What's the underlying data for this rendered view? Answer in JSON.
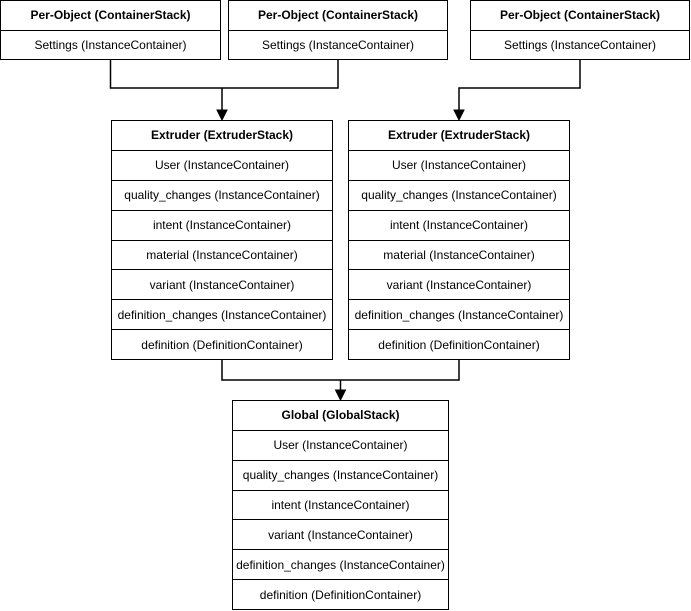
{
  "colors": {
    "line": "#000000",
    "box_fill": "#ffffff",
    "text": "#000000",
    "background": "#ffffff"
  },
  "diagram": {
    "per_object_stacks": [
      {
        "title": "Per-Object (ContainerStack)",
        "rows": [
          "Settings (InstanceContainer)"
        ]
      },
      {
        "title": "Per-Object (ContainerStack)",
        "rows": [
          "Settings (InstanceContainer)"
        ]
      },
      {
        "title": "Per-Object (ContainerStack)",
        "rows": [
          "Settings (InstanceContainer)"
        ]
      }
    ],
    "extruder_stacks": [
      {
        "title": "Extruder (ExtruderStack)",
        "rows": [
          "User (InstanceContainer)",
          "quality_changes (InstanceContainer)",
          "intent (InstanceContainer)",
          "material (InstanceContainer)",
          "variant (InstanceContainer)",
          "definition_changes (InstanceContainer)",
          "definition (DefinitionContainer)"
        ]
      },
      {
        "title": "Extruder (ExtruderStack)",
        "rows": [
          "User (InstanceContainer)",
          "quality_changes (InstanceContainer)",
          "intent (InstanceContainer)",
          "material (InstanceContainer)",
          "variant (InstanceContainer)",
          "definition_changes (InstanceContainer)",
          "definition (DefinitionContainer)"
        ]
      }
    ],
    "global_stack": {
      "title": "Global (GlobalStack)",
      "rows": [
        "User (InstanceContainer)",
        "quality_changes (InstanceContainer)",
        "intent (InstanceContainer)",
        "variant (InstanceContainer)",
        "definition_changes (InstanceContainer)",
        "definition (DefinitionContainer)"
      ]
    }
  }
}
